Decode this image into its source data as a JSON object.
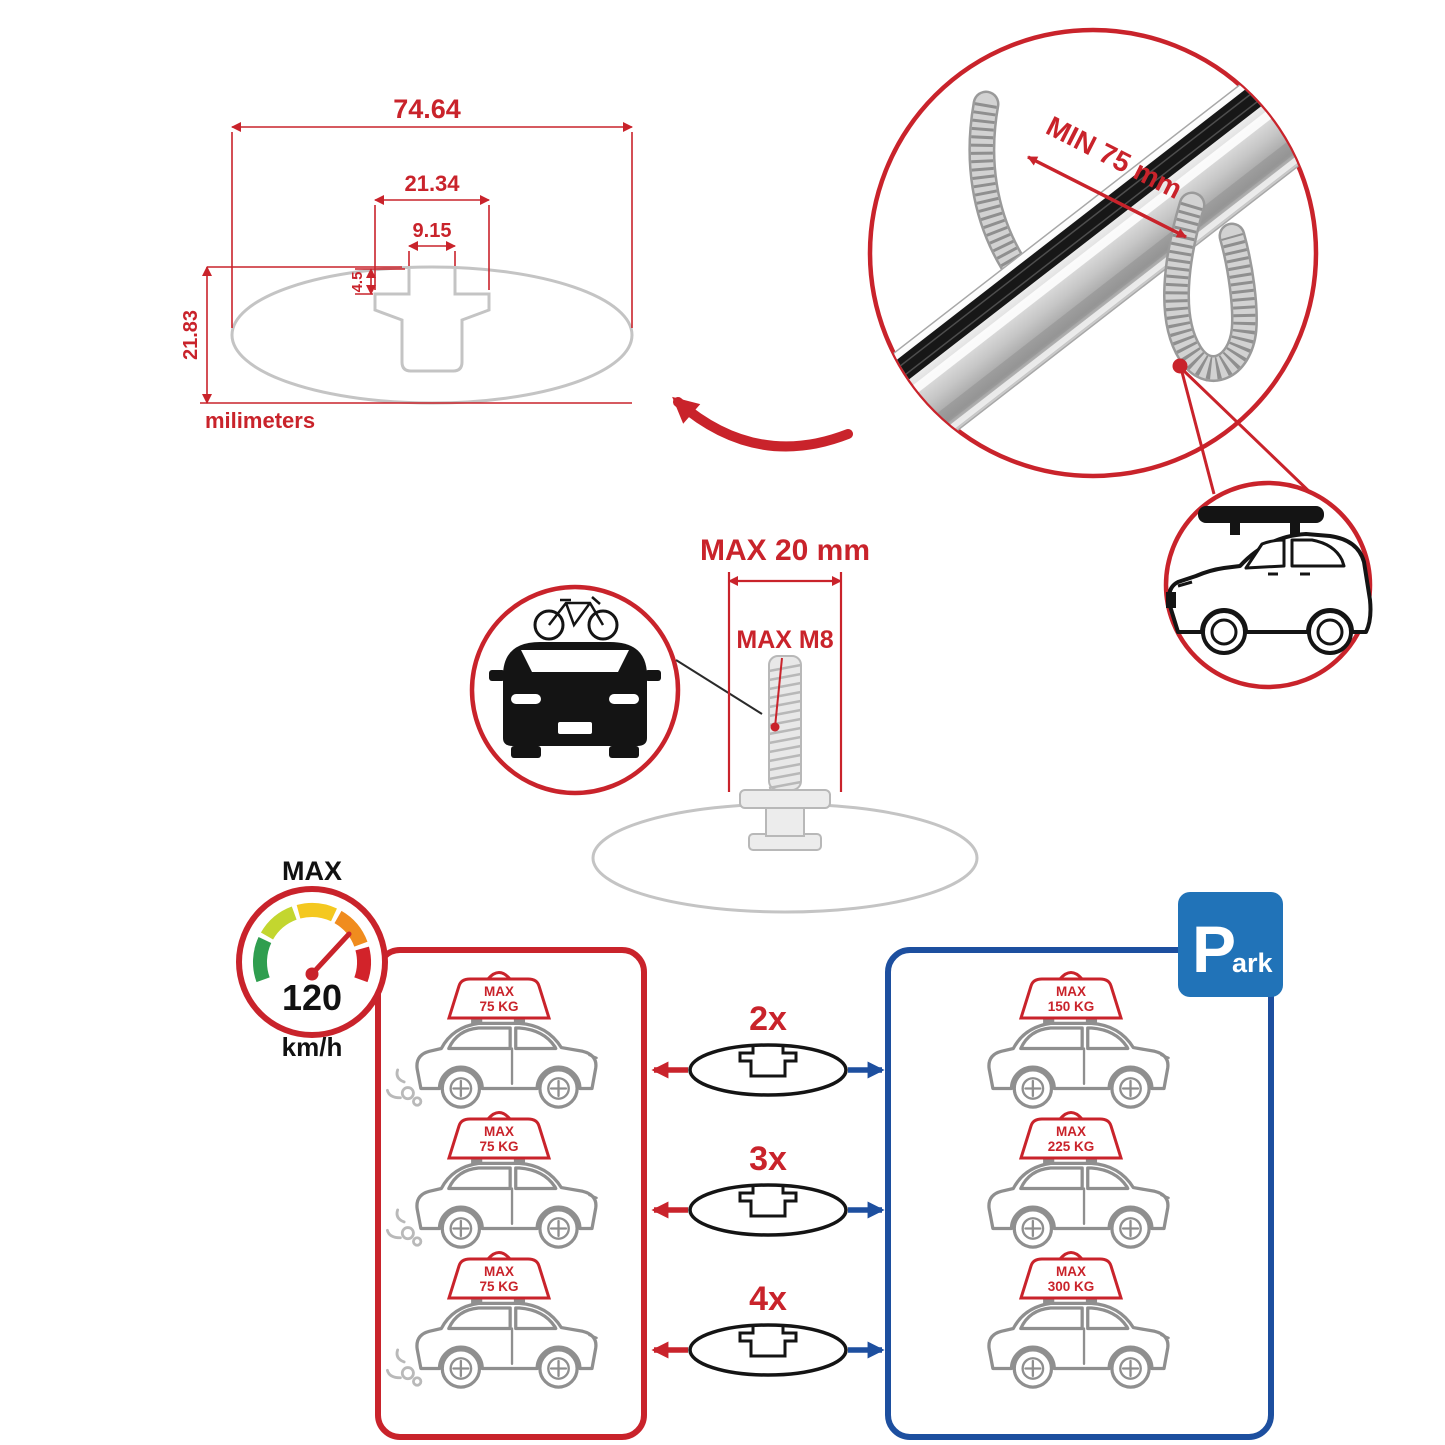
{
  "colors": {
    "accent_red": "#c9232b",
    "accent_blue": "#1d4f9f",
    "park_sign_blue": "#2173b8",
    "diagram_gray": "#c4c4c4",
    "ink": "#111111"
  },
  "cross_section": {
    "total_width": "74.64",
    "channel_width": "21.34",
    "slot_width": "9.15",
    "lip_depth": "4.5",
    "total_height": "21.83",
    "units": "milimeters"
  },
  "bar_callout": {
    "min_clamp": "MIN 75 mm"
  },
  "bolt_callout": {
    "max_width": "MAX 20 mm",
    "max_thread": "MAX M8"
  },
  "speed_limit": {
    "label": "MAX",
    "value": "120",
    "unit": "km/h"
  },
  "load_comparison": {
    "multipliers": [
      "2x",
      "3x",
      "4x"
    ],
    "driving_panel": {
      "cars": [
        {
          "label": "MAX",
          "weight": "75 KG"
        },
        {
          "label": "MAX",
          "weight": "75 KG"
        },
        {
          "label": "MAX",
          "weight": "75 KG"
        }
      ]
    },
    "parked_panel": {
      "cars": [
        {
          "label": "MAX",
          "weight": "150 KG"
        },
        {
          "label": "MAX",
          "weight": "225 KG"
        },
        {
          "label": "MAX",
          "weight": "300 KG"
        }
      ]
    },
    "park_sign": {
      "letter": "P",
      "suffix": "ark"
    }
  }
}
